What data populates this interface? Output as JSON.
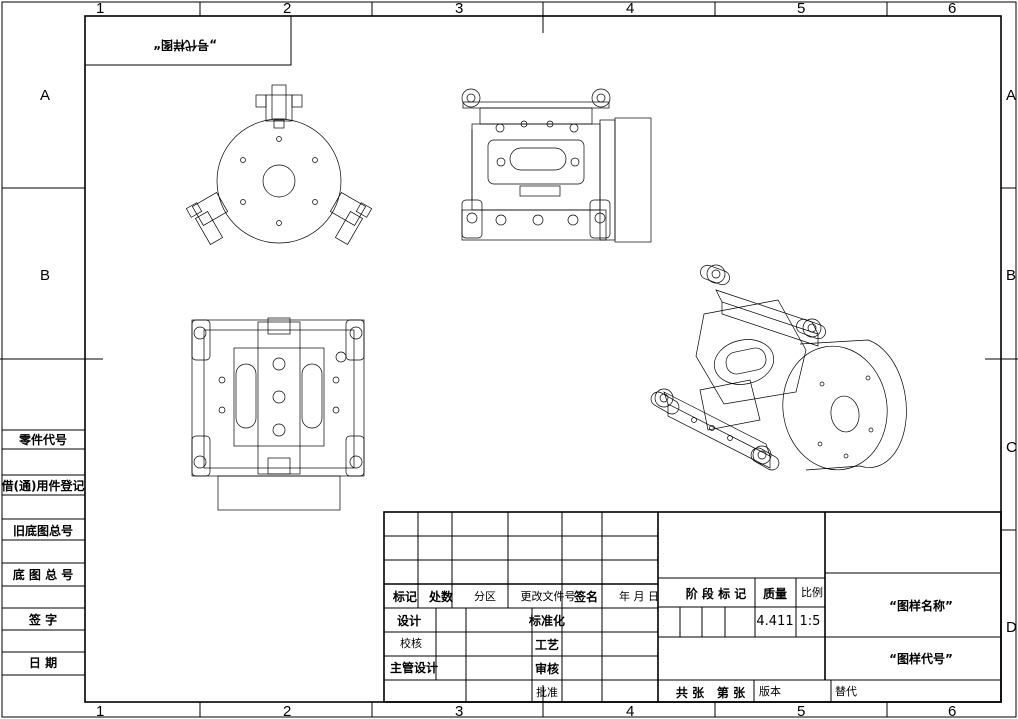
{
  "drawing_code_box": "„号代样图“",
  "zones": {
    "cols": [
      "1",
      "2",
      "3",
      "4",
      "5",
      "6"
    ],
    "rows_left": [
      "A",
      "B"
    ],
    "rows_right": [
      "A",
      "B",
      "C",
      "D"
    ]
  },
  "left_strip": {
    "part_code": "零件代号",
    "borrowed": "借(通)用件登记",
    "old_base": "旧底图总号",
    "base_total": "底 图 总 号",
    "signature": "签   字",
    "date": "日   期"
  },
  "title_block": {
    "mark": "标记",
    "count": "处数",
    "zone": "分区",
    "change_doc": "更改文件号",
    "sign": "签名",
    "ymd": "年 月 日",
    "design": "设计",
    "check": "校核",
    "chief_design": "主管设计",
    "standardize": "标准化",
    "process": "工艺",
    "review": "审核",
    "approve": "批准",
    "stage_mark": "阶 段 标 记",
    "mass": "质量",
    "scale": "比例",
    "mass_value": "4.411",
    "scale_value": "1:5",
    "total_sheets": "共 张",
    "sheet_no": "第 张",
    "version": "版本",
    "replace": "替代",
    "drawing_name": "“图样名称”",
    "drawing_code": "“图样代号”"
  }
}
